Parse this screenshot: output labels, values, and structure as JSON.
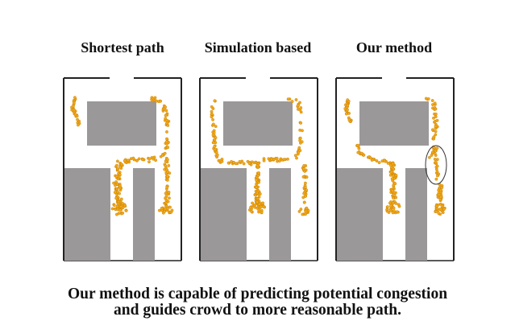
{
  "titles": [
    "Shortest path",
    "Simulation based",
    "Our method"
  ],
  "caption": {
    "line1": "Our method is capable of predicting potential congestion",
    "line2": "and guides crowd to more reasonable path."
  },
  "colors": {
    "wall": "#222222",
    "obstacle": "#9b9899",
    "crowd": "#f2a91a",
    "crowd_edge": "#c47d05",
    "background": "#ffffff",
    "highlight": "#333333"
  }
}
